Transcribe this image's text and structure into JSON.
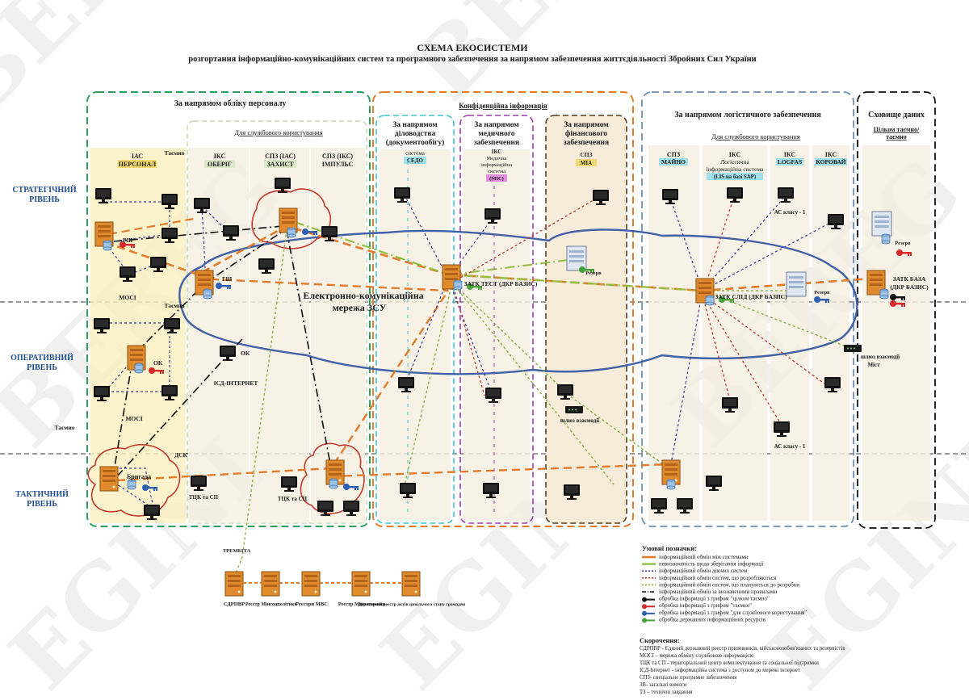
{
  "header": {
    "title": "СХЕМА ЕКОСИСТЕМИ",
    "subtitle": "розгортання інформаційно-комунікаційних систем та програмного забезпечення за напрямом забезпечення життєдіяльності  Збройних Сил України"
  },
  "watermark": [
    "BERE",
    "BERE",
    "BEREG",
    "BEREG",
    "EGINI",
    "EGINI",
    "EGINI"
  ],
  "levels": {
    "strategic": [
      "СТРАТЕГІЧНИЙ",
      "РІВЕНЬ"
    ],
    "operational": [
      "ОПЕРАТИВНИЙ",
      "РІВЕНЬ"
    ],
    "tactical": [
      "ТАКТИЧНИЙ",
      "РІВЕНЬ"
    ]
  },
  "regions": {
    "personnel": {
      "title": "За напрямом обліку персоналу",
      "official_use": "Для службового користування",
      "col1": {
        "line1": "ІАС",
        "line2": "ПЕРСОНАЛ",
        "secret": "Таємно"
      },
      "col2": {
        "line1": "ІКС",
        "line2": "ОБЕРІГ"
      },
      "col3": {
        "line1": "СПЗ (ІАС)",
        "line2": "ЗАХИСТ"
      },
      "col4": {
        "line1": "СПЗ (ІКС)",
        "line2": "ІМПУЛЬС"
      }
    },
    "confidential": {
      "title": "Конфіденційна інформація",
      "doc": {
        "title": [
          "За напрямом",
          "діловодства",
          "(документообігу)"
        ],
        "sys": [
          "система",
          "СЕДО"
        ]
      },
      "med": {
        "title": [
          "За напрямом",
          "медичного",
          "забезпечення"
        ],
        "sys": [
          "ІКС",
          "Медична",
          "інформаційна",
          "система",
          "(МІС)"
        ]
      },
      "fin": {
        "title": [
          "За напрямом",
          "фінансового",
          "забезпечення"
        ],
        "sys": [
          "СПЗ",
          "МІА"
        ]
      }
    },
    "logistics": {
      "title": "За напрямом логістичного забезпечення",
      "official_use": "Для службового користування",
      "col1": [
        "СПЗ",
        "МАЙНО"
      ],
      "col2": [
        "ІКС",
        "Логістична",
        "інформаційна система",
        "(LIS на базі SAP)"
      ],
      "col3": [
        "ІКС",
        "LOGFAS"
      ],
      "col4": [
        "ІКС",
        "КОРОВАЙ"
      ]
    },
    "storage": {
      "title": "Сховище даних",
      "subtitle": [
        "Цілком таємно/",
        "таємно"
      ]
    }
  },
  "labels": {
    "network": [
      "Електронно-комунікаційна",
      "мережа ЗСУ"
    ],
    "datk_test": "ЗАТК ТЕСТ (ДКР БАЗИС)",
    "datk_slid": "ЗАТК СЛІД (ДКР БАЗИС)",
    "datk_baza": [
      "ЗАТК БАЗА",
      "(ДКР БАЗИС)"
    ],
    "reserve": "Резерв",
    "gp": "ГШ",
    "mosi": "МОСІ",
    "ok": "ОК",
    "isd": "ІСД-ІНТЕРНЕТ",
    "taemno_left": "Таємно",
    "taemno_top": "Таємно",
    "taemno_mid": "Таємно",
    "dsk": "ДСК",
    "brigade": "Бригада",
    "tck": "ТЦК та СП",
    "tck2": "ТЦК та СП",
    "as1_top": "АС класу - 1",
    "as1_bot": "АС класу - 1",
    "gateway_fin": "шлюз взаємодії",
    "gateway_store": [
      "шлюз взаємодії",
      "Міст"
    ],
    "trembita": "ТРЕМБІТА",
    "ok2": "ОК"
  },
  "registries": [
    "СДРПВР",
    "Реєстр Мінсоцполітики",
    "Реєстри МВС",
    "Реєстр Мінветеранів",
    "Державний реєстр актів цивільного стану громадян"
  ],
  "legend": {
    "title": "Умовні позначки:",
    "items": [
      {
        "text": "інформаційний обмін між системами",
        "color": "#e37b2b",
        "style": "solid"
      },
      {
        "text": "невизначеність щодо зберігання інформації",
        "color": "#8fbf3b",
        "style": "solid"
      },
      {
        "text": "інформаційний обмін діючих систем",
        "color": "#3d3d9e",
        "style": "dotted"
      },
      {
        "text": "інформаційний обмін систем, що розробляються",
        "color": "#c0392b",
        "style": "dotted"
      },
      {
        "text": "інформаційний обмін систем, що плануються до розробки",
        "color": "#7fae2e",
        "style": "dotted"
      },
      {
        "text": "інформаційний обмін за визначеними правилами",
        "color": "#111111",
        "style": "dashdot"
      },
      {
        "text": "обробка інформації з грифом \"цілком таємно\"",
        "color": "#111111",
        "style": "key"
      },
      {
        "text": "обробка інформації з грифом \"таємно\"",
        "color": "#d62828",
        "style": "key"
      },
      {
        "text": "обробка інформації з грифом \"для службового користування\"",
        "color": "#2f5fb3",
        "style": "key"
      },
      {
        "text": "обробка державних інформаційних ресурсів",
        "color": "#46a13a",
        "style": "key"
      }
    ]
  },
  "abbreviations": {
    "title": "Скорочення:",
    "items": [
      "СДРПВР - Єдиний державний реєстр призовників, військовозобов'язаних та резервістів",
      "МОСІ – мережа обміну службовою інформацією",
      "ТЦК та СП - територіальний центр комплектування та соціальної підтримки",
      "ІСД-Інтернет - інформаційна система з доступом до мережі інтернет",
      "СПЗ- спеціальне програмне забезпечення",
      "ЗВ- загальні вимоги",
      "ТЗ – технічні завдання"
    ]
  }
}
